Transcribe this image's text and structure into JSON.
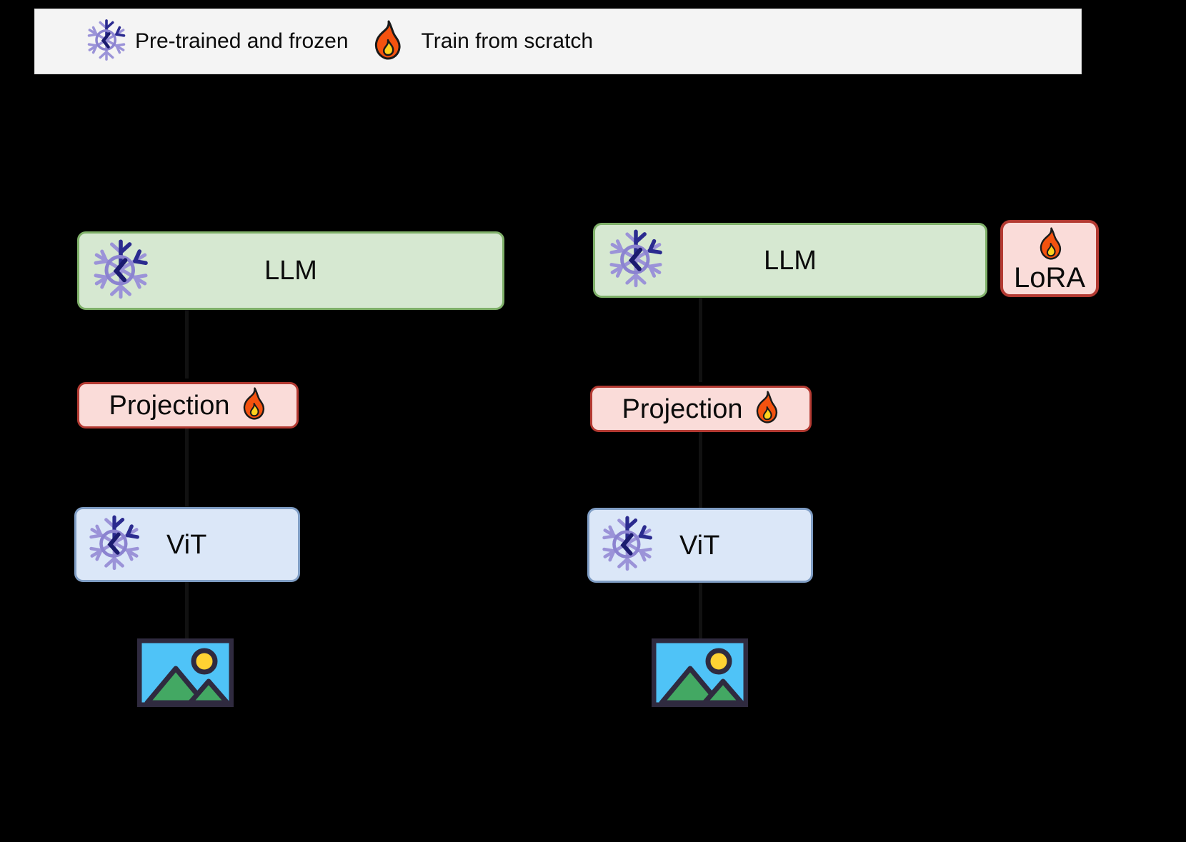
{
  "legend": {
    "items": [
      {
        "icon": "snowflake-icon",
        "label": "Pre-trained and frozen"
      },
      {
        "icon": "flame-icon",
        "label": "Train from scratch"
      }
    ]
  },
  "colors": {
    "background": "#000000",
    "legend_background": "#f4f4f4",
    "llm_fill": "#d6e8d1",
    "llm_border": "#7fb069",
    "projection_fill": "#fadcd9",
    "projection_border": "#b33a32",
    "vit_fill": "#dbe7f8",
    "vit_border": "#7f9dc4",
    "lora_fill": "#fadcd9",
    "lora_border": "#b33a32",
    "snowflake_light": "#9b93d8",
    "snowflake_dark": "#2b2b8f",
    "flame_outer": "#f4520f",
    "flame_inner": "#ffd21e",
    "picture_sky": "#4fc3f7",
    "picture_frame": "#2f2a3f",
    "picture_sun": "#ffd233",
    "picture_mountain": "#43a863"
  },
  "columns": [
    {
      "name": "left-pipeline",
      "nodes": [
        {
          "id": "llm",
          "label": "LLM",
          "icon": "snowflake-icon"
        },
        {
          "id": "projection",
          "label": "Projection",
          "icon": "flame-icon"
        },
        {
          "id": "vit",
          "label": "ViT",
          "icon": "snowflake-icon"
        },
        {
          "id": "image",
          "label": "",
          "icon": "picture-icon"
        }
      ]
    },
    {
      "name": "right-pipeline",
      "nodes": [
        {
          "id": "llm",
          "label": "LLM",
          "icon": "snowflake-icon"
        },
        {
          "id": "lora",
          "label": "LoRA",
          "icon": "flame-icon"
        },
        {
          "id": "projection",
          "label": "Projection",
          "icon": "flame-icon"
        },
        {
          "id": "vit",
          "label": "ViT",
          "icon": "snowflake-icon"
        },
        {
          "id": "image",
          "label": "",
          "icon": "picture-icon"
        }
      ]
    }
  ]
}
